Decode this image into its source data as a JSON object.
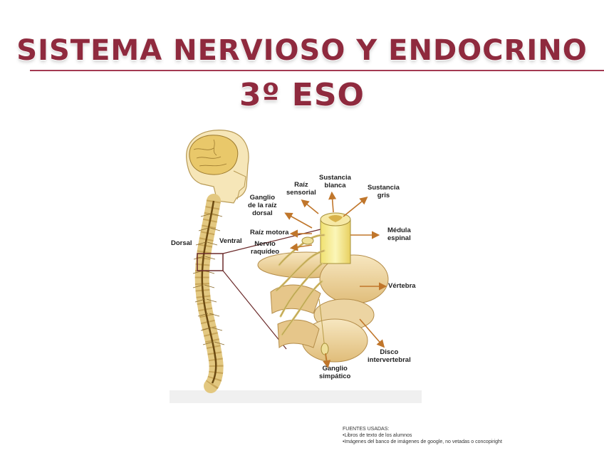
{
  "title": {
    "main": "SISTEMA NERVIOSO Y ENDOCRINO",
    "sub": "3º ESO"
  },
  "diagram": {
    "labels": {
      "dorsal": "Dorsal",
      "ventral": "Ventral",
      "raiz_sensorial": "Raíz\nsensorial",
      "sustancia_blanca": "Sustancia\nblanca",
      "sustancia_gris": "Sustancia\ngris",
      "ganglio_raiz_dorsal": "Ganglio\nde la raíz\ndorsal",
      "raiz_motora": "Raíz motora",
      "nervio_raquideo": "Nervio\nraquídeo",
      "medula_espinal": "Médula\nespinal",
      "vertebra": "Vértebra",
      "disco_intervertebral": "Disco\nintervertebral",
      "ganglio_simpatico": "Ganglio\nsimpático"
    }
  },
  "sources": {
    "heading": "FUENTES USADAS:",
    "line1": "•Libros de texto de los alumnos",
    "line2": "•Imágenes del banco de imágenes de google, no vetadas o concopiright"
  },
  "colors": {
    "title": "#8f2a3e",
    "arrow": "#c0762b",
    "bone": "#f2dca8",
    "cord": "#f7ef9a"
  }
}
